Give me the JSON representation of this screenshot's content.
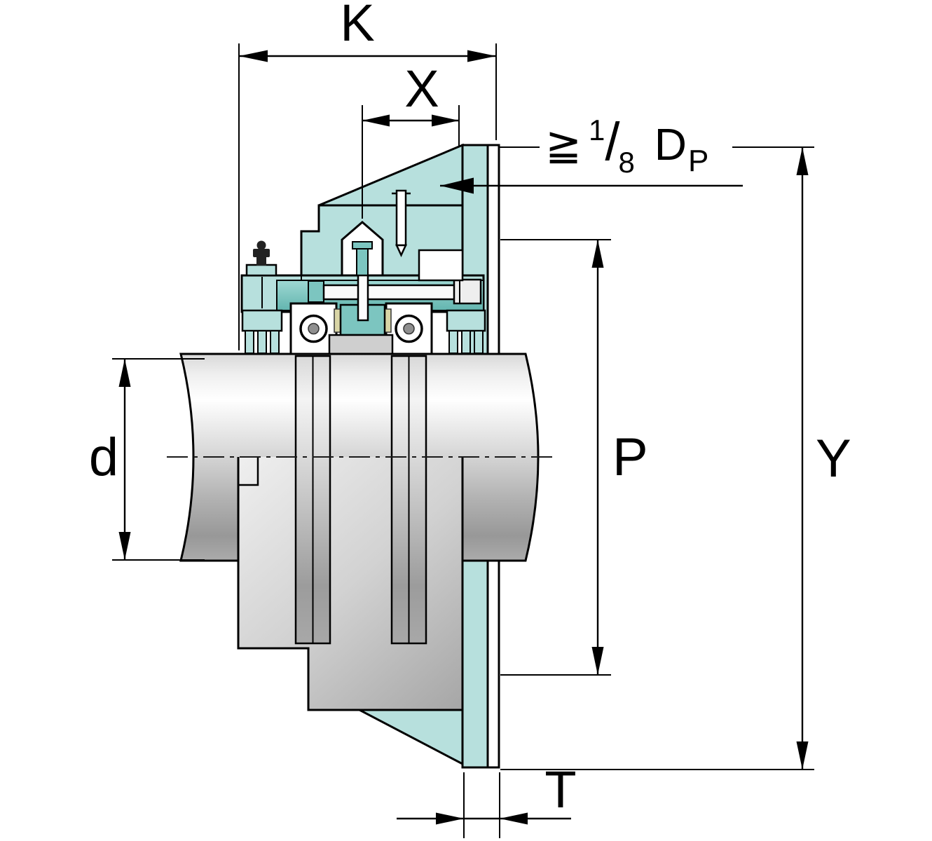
{
  "drawing": {
    "type": "flanged-bearing-unit-cross-section",
    "labels": {
      "k": "K",
      "x": "X",
      "d": "d",
      "p": "P",
      "y": "Y",
      "t": "T"
    },
    "annotation": {
      "gte": "≧",
      "numerator": "1",
      "slash": "/",
      "denominator": "8",
      "letter": "D",
      "subscript": "P"
    },
    "colors": {
      "housing_teal": "#b7e0dd",
      "housing_teal_dark": "#7cc5c0",
      "band_teal_top": "#9ed8d3",
      "band_teal_bottom": "#63b5af",
      "cage_yellow": "#d9d5a6",
      "outline": "#000000"
    }
  }
}
